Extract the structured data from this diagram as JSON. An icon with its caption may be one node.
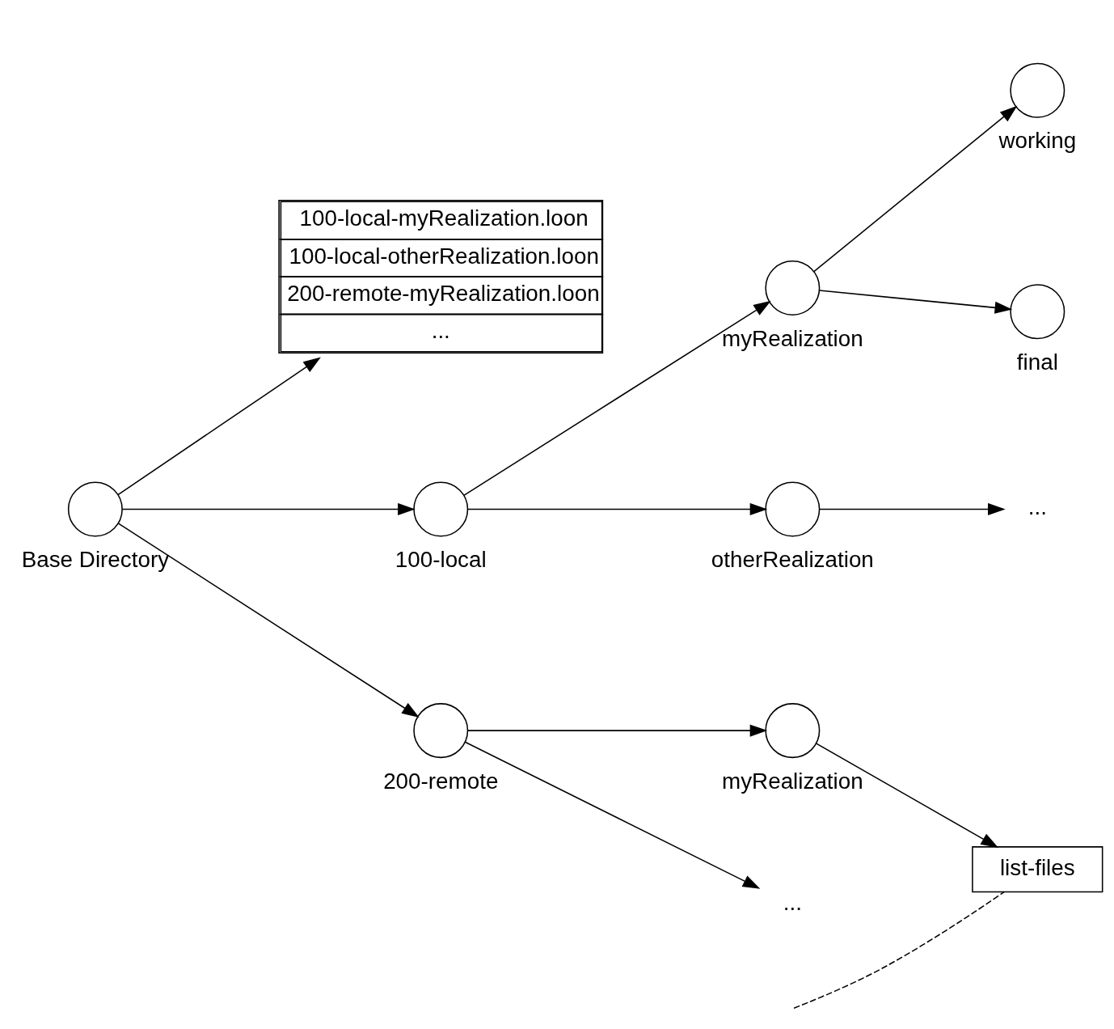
{
  "diagram": {
    "nodes": [
      {
        "text": [],
        "shape": "circle",
        "beside": [
          "Base Directory"
        ]
      },
      {
        "text": [
          "100-local-myRealization.loon",
          "100-local-otherRealization.loon",
          "200-remote-myRealization.loon",
          "..."
        ]
      },
      {
        "text": [],
        "shape": "circle",
        "beside": [
          "100-local"
        ]
      },
      {
        "text": [],
        "shape": "circle",
        "beside": [
          "200-remote"
        ]
      },
      {
        "text": [],
        "shape": "circle",
        "beside": [
          "myRealization"
        ]
      },
      {
        "text": [],
        "shape": "circle",
        "beside": [
          "otherRealization"
        ]
      },
      {
        "text": [],
        "shape": "circle",
        "beside": [
          "myRealization"
        ]
      },
      {
        "text": [
          "..."
        ]
      },
      {
        "text": [],
        "shape": "circle",
        "beside": [
          "working"
        ]
      },
      {
        "text": [],
        "shape": "circle",
        "beside": [
          "final"
        ]
      },
      {
        "text": [
          "..."
        ]
      },
      {
        "text": [
          "list-files"
        ]
      }
    ],
    "edges": [
      {
        "from": 0,
        "to": 1,
        "arrow": "to"
      },
      {
        "from": 0,
        "to": 2,
        "arrow": "to"
      },
      {
        "from": 0,
        "to": 3,
        "arrow": "to"
      },
      {
        "from": 2,
        "to": 4,
        "arrow": "to"
      },
      {
        "from": 2,
        "to": 5,
        "arrow": "to"
      },
      {
        "from": 3,
        "to": 6,
        "arrow": "to"
      },
      {
        "from": 3,
        "to": 7,
        "arrow": "to"
      },
      {
        "from": 4,
        "to": 8,
        "arrow": "to"
      },
      {
        "from": 4,
        "to": 9,
        "arrow": "to"
      },
      {
        "from": 5,
        "to": 10,
        "arrow": "to"
      },
      {
        "from": 6,
        "to": 11,
        "arrow": "to"
      },
      {
        "from": null,
        "to": 11,
        "arrow": "none",
        "style": "dashed"
      }
    ]
  }
}
